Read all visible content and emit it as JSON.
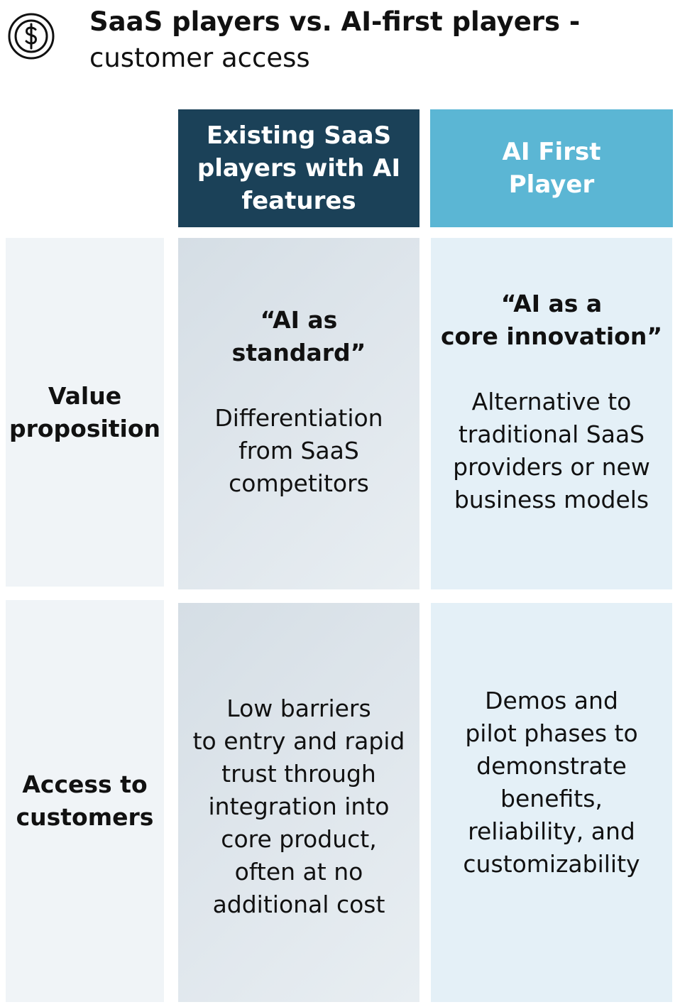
{
  "header": {
    "title": "SaaS players vs. AI-first players -",
    "subtitle": "customer access",
    "icon": "dollar-coin-icon"
  },
  "columns": [
    {
      "label": "Existing SaaS\nplayers with AI\nfeatures",
      "color": "#1b4158"
    },
    {
      "label": "AI First\nPlayer",
      "color": "#5bb6d4"
    }
  ],
  "rows": [
    {
      "label": "Value\nproposition",
      "cells": [
        {
          "heading": "“AI as\nstandard”",
          "body": "Differentiation\nfrom SaaS\ncompetitors"
        },
        {
          "heading": "“AI as a\ncore innovation”",
          "body": "Alternative to\ntraditional SaaS\nproviders or new\nbusiness models"
        }
      ]
    },
    {
      "label": "Access to\ncustomers",
      "cells": [
        {
          "body": "Low barriers\nto entry and rapid\ntrust through\nintegration into\ncore product,\noften at no\nadditional cost"
        },
        {
          "body": "Demos and\npilot phases to\ndemonstrate\nbenefits,\nreliability, and\ncustomizability"
        }
      ]
    }
  ]
}
